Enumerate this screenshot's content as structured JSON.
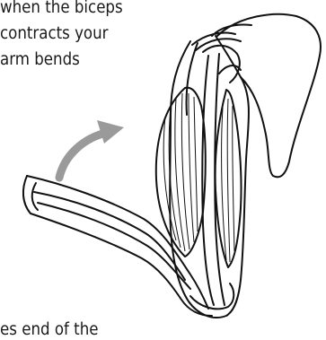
{
  "caption": {
    "lines": [
      "when the biceps",
      "contracts your",
      "arm bends"
    ]
  },
  "bottom_text": "es end of the",
  "arrow": {
    "color": "#9a9a9a"
  }
}
